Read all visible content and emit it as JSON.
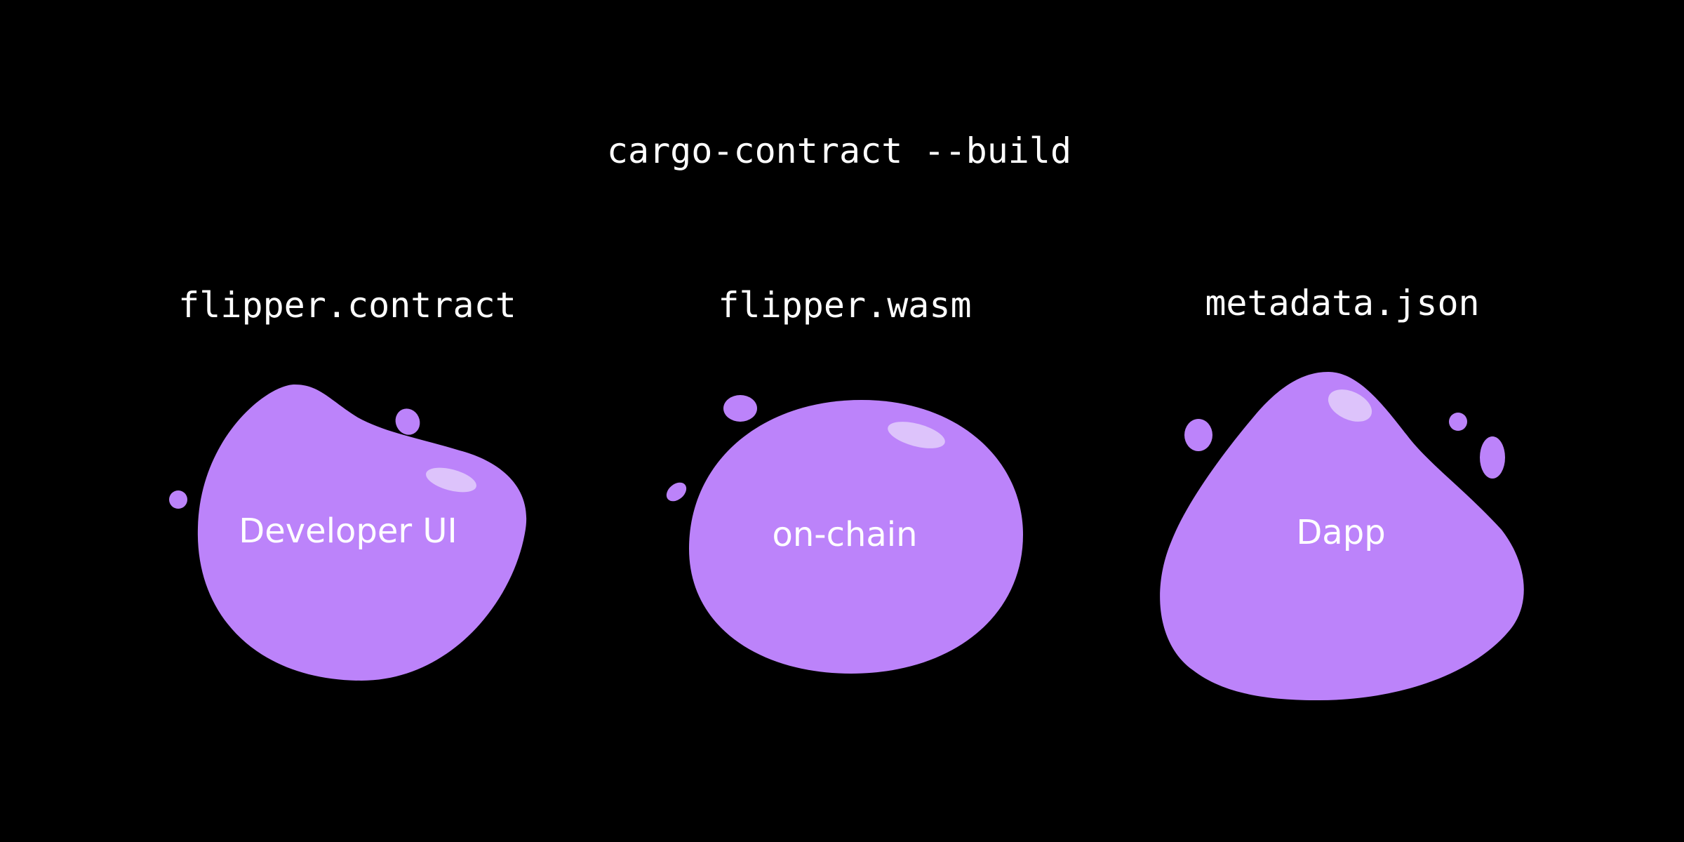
{
  "title": "cargo-contract --build",
  "columns": [
    {
      "file": "flipper.contract",
      "target": "Developer UI"
    },
    {
      "file": "flipper.wasm",
      "target": "on-chain"
    },
    {
      "file": "metadata.json",
      "target": "Dapp"
    }
  ],
  "colors": {
    "background": "#000000",
    "blob": "#bc83fa",
    "highlight": "#ddc3fb",
    "text": "#ffffff"
  }
}
